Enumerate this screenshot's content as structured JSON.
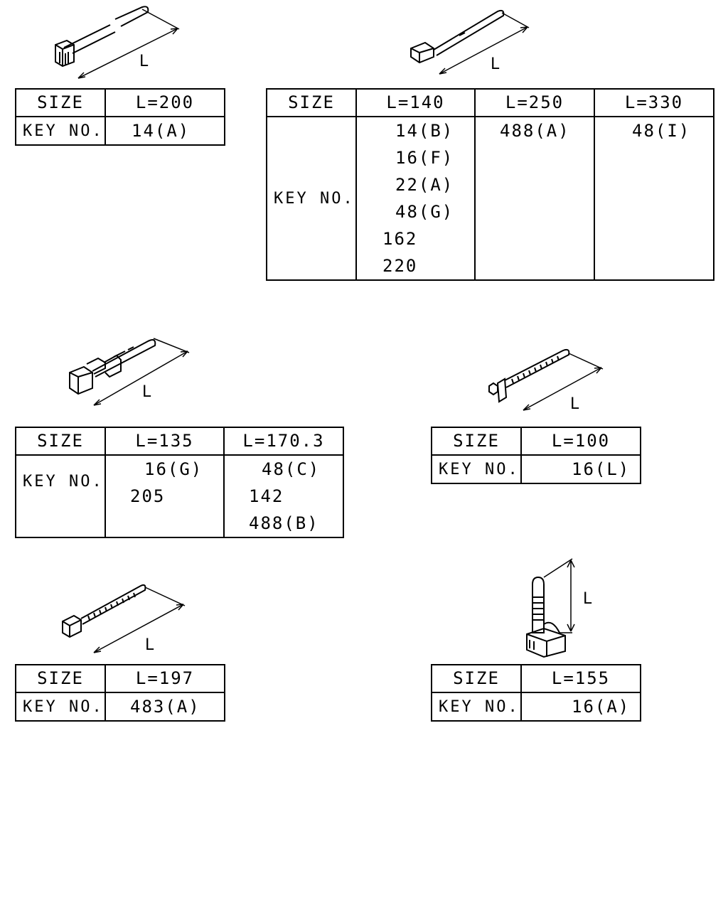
{
  "dimension_label": "L",
  "header_size": "SIZE",
  "header_key": "KEY NO.",
  "groups": [
    {
      "id": "g1",
      "sizes": [
        "L=200"
      ],
      "keys": [
        [
          "14(A)"
        ]
      ]
    },
    {
      "id": "g2",
      "sizes": [
        "L=140",
        "L=250",
        "L=330"
      ],
      "keys": [
        [
          "14(B)",
          "16(F)",
          "22(A)",
          "48(G)",
          "162",
          "220"
        ],
        [
          "488(A)"
        ],
        [
          "48(I)"
        ]
      ]
    },
    {
      "id": "g3",
      "sizes": [
        "L=135",
        "L=170.3"
      ],
      "keys": [
        [
          "16(G)",
          "205"
        ],
        [
          "48(C)",
          "142",
          "488(B)"
        ]
      ]
    },
    {
      "id": "g4",
      "sizes": [
        "L=100"
      ],
      "keys": [
        [
          "16(L)"
        ]
      ]
    },
    {
      "id": "g5",
      "sizes": [
        "L=197"
      ],
      "keys": [
        [
          "483(A)"
        ]
      ]
    },
    {
      "id": "g6",
      "sizes": [
        "L=155"
      ],
      "keys": [
        [
          "16(A)"
        ]
      ]
    }
  ]
}
